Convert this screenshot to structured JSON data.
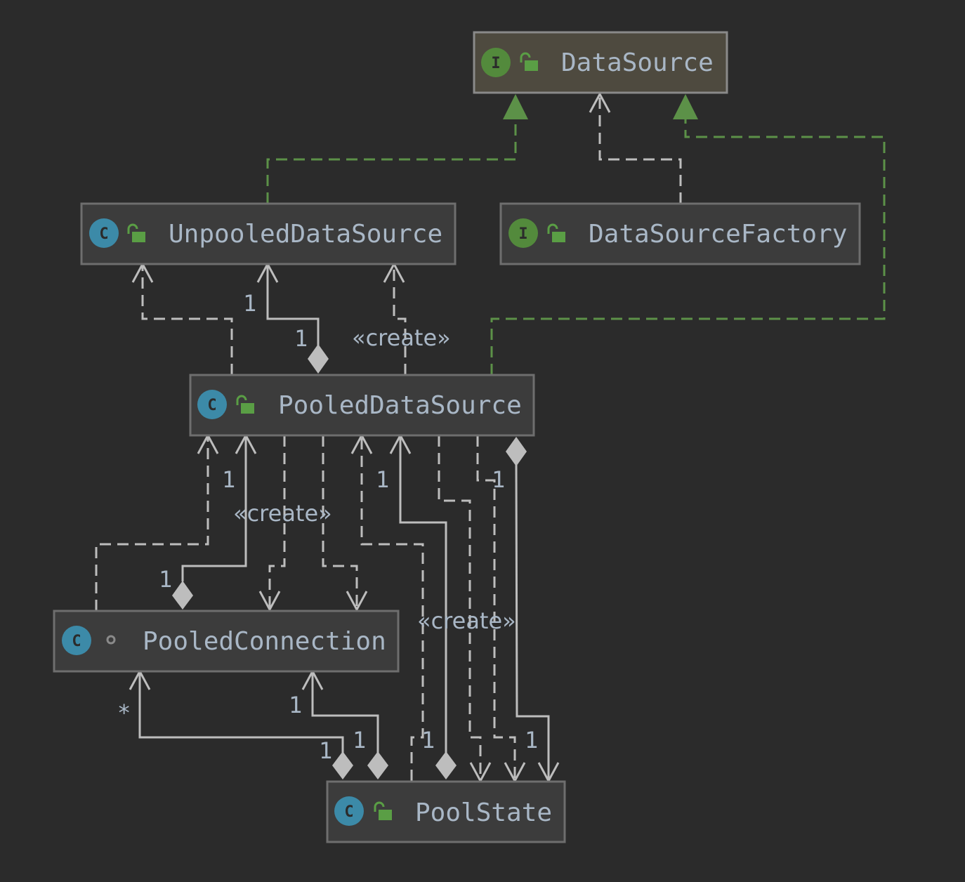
{
  "diagram": {
    "type": "uml-class-diagram",
    "nodes": [
      {
        "id": "DataSource",
        "label": "DataSource",
        "kind": "interface",
        "icon": "interface-icon",
        "icon_letter": "I",
        "visibility": "public",
        "selected": true
      },
      {
        "id": "UnpooledDataSource",
        "label": "UnpooledDataSource",
        "kind": "class",
        "icon": "class-icon",
        "icon_letter": "C",
        "visibility": "public"
      },
      {
        "id": "DataSourceFactory",
        "label": "DataSourceFactory",
        "kind": "interface",
        "icon": "interface-icon",
        "icon_letter": "I",
        "visibility": "public"
      },
      {
        "id": "PooledDataSource",
        "label": "PooledDataSource",
        "kind": "class",
        "icon": "class-icon",
        "icon_letter": "C",
        "visibility": "public"
      },
      {
        "id": "PooledConnection",
        "label": "PooledConnection",
        "kind": "class",
        "icon": "class-icon",
        "icon_letter": "C",
        "visibility": "package-private"
      },
      {
        "id": "PoolState",
        "label": "PoolState",
        "kind": "class",
        "icon": "class-icon",
        "icon_letter": "C",
        "visibility": "public"
      }
    ],
    "edges": [
      {
        "from": "UnpooledDataSource",
        "to": "DataSource",
        "type": "implements"
      },
      {
        "from": "DataSourceFactory",
        "to": "DataSource",
        "type": "dependency"
      },
      {
        "from": "PooledDataSource",
        "to": "DataSource",
        "type": "implements"
      },
      {
        "from": "PooledDataSource",
        "to": "UnpooledDataSource",
        "type": "dependency"
      },
      {
        "from": "PooledDataSource",
        "to": "UnpooledDataSource",
        "type": "composition",
        "source_mult": "1",
        "target_mult": "1"
      },
      {
        "from": "PooledDataSource",
        "to": "UnpooledDataSource",
        "type": "dependency",
        "stereotype": "«create»"
      },
      {
        "from": "PooledConnection",
        "to": "PooledDataSource",
        "type": "dependency"
      },
      {
        "from": "PooledConnection",
        "to": "PooledDataSource",
        "type": "composition",
        "source_mult": "1",
        "target_mult": "1"
      },
      {
        "from": "PooledDataSource",
        "to": "PooledConnection",
        "type": "dependency",
        "stereotype": "«create»"
      },
      {
        "from": "PooledDataSource",
        "to": "PooledConnection",
        "type": "dependency"
      },
      {
        "from": "PoolState",
        "to": "PooledDataSource",
        "type": "dependency"
      },
      {
        "from": "PoolState",
        "to": "PooledDataSource",
        "type": "composition",
        "source_mult": "1",
        "target_mult": "1"
      },
      {
        "from": "PooledDataSource",
        "to": "PoolState",
        "type": "dependency",
        "stereotype": "«create»"
      },
      {
        "from": "PooledDataSource",
        "to": "PoolState",
        "type": "dependency"
      },
      {
        "from": "PooledDataSource",
        "to": "PoolState",
        "type": "composition",
        "source_mult": "1",
        "target_mult": "1"
      },
      {
        "from": "PoolState",
        "to": "PooledConnection",
        "type": "composition",
        "source_mult": "1",
        "target_mult": "*"
      },
      {
        "from": "PoolState",
        "to": "PooledConnection",
        "type": "composition",
        "source_mult": "1",
        "target_mult": "1"
      }
    ],
    "labels": {
      "m1": "1",
      "m2": "1",
      "create1": "«create»",
      "m3": "1",
      "create2": "«create»",
      "m4": "1",
      "m5": "1",
      "m6": "1",
      "m_star": "*",
      "m7": "1",
      "m8": "1",
      "m9": "1",
      "create3": "«create»",
      "m10": "1",
      "m11": "1"
    }
  },
  "colors": {
    "background": "#2b2b2b",
    "node_fill": "#3c3c3c",
    "selected_node_fill": "#4e4a3f",
    "text": "#a9b7c6",
    "class_icon": "#3c8aa8",
    "interface_icon": "#538a3c",
    "realization_edge": "#5c9148",
    "edge": "#bdbdbd"
  }
}
